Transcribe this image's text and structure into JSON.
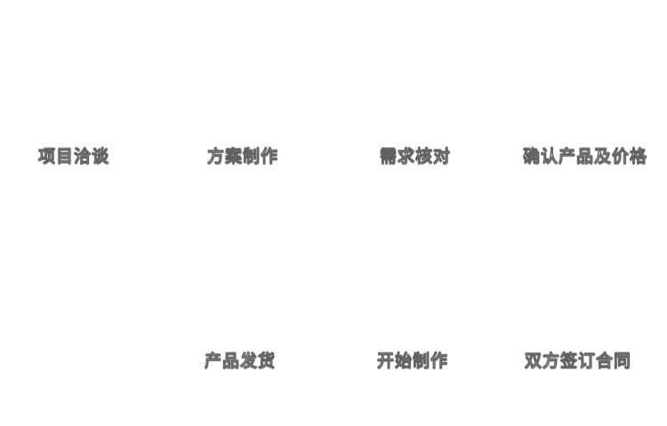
{
  "page": {
    "background_color": "#ffffff",
    "label_text_color": "#ffffff",
    "label_outline_color": "#464646"
  },
  "flow": {
    "type": "process-flow",
    "rows": 2,
    "steps": [
      {
        "label": "项目洽谈",
        "row": "top",
        "order": 1
      },
      {
        "label": "方案制作",
        "row": "top",
        "order": 2
      },
      {
        "label": "需求核对",
        "row": "top",
        "order": 3
      },
      {
        "label": "确认产品及价格",
        "row": "top",
        "order": 4
      },
      {
        "label": "产品发货",
        "row": "bottom",
        "order": 7
      },
      {
        "label": "开始制作",
        "row": "bottom",
        "order": 6
      },
      {
        "label": "双方签订合同",
        "row": "bottom",
        "order": 5
      }
    ]
  }
}
